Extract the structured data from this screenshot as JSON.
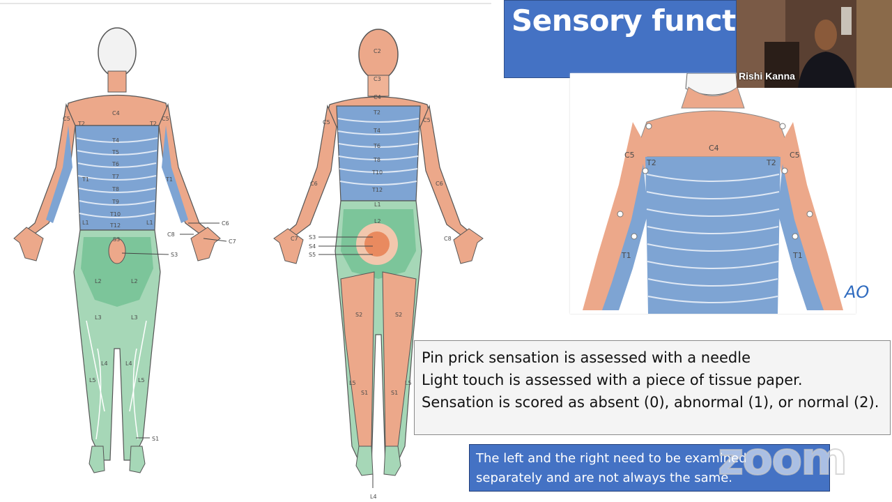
{
  "slide": {
    "title": "Sensory functio",
    "info_lines": [
      "Pin prick sensation is assessed with a needle",
      " Light touch is assessed with a piece of tissue paper.",
      "Sensation is scored as absent (0), abnormal (1), or normal (2)."
    ],
    "note_lines": [
      "The left and the right need to be examined",
      "separately and are not always the same."
    ],
    "inset_logo": "AO",
    "watermark": "zoom"
  },
  "video": {
    "participant_name": "Rishi Kanna"
  },
  "dermatome_labels": {
    "front": [
      "C4",
      "C5",
      "C5",
      "T2",
      "T2",
      "T4",
      "T5",
      "T6",
      "T7",
      "T8",
      "T9",
      "T10",
      "T12",
      "T1",
      "T1",
      "L1",
      "L1",
      "S3",
      "S3",
      "L2",
      "L2",
      "L3",
      "L3",
      "L4",
      "L4",
      "L5",
      "L5",
      "C6",
      "C7",
      "C8",
      "S1"
    ],
    "back": [
      "C2",
      "C3",
      "C4",
      "C5",
      "C5",
      "T2",
      "T4",
      "T6",
      "T8",
      "T10",
      "T12",
      "L1",
      "L2",
      "S3",
      "S4",
      "S5",
      "C6",
      "C6",
      "C7",
      "C8",
      "S2",
      "S2",
      "L5",
      "L5",
      "S1",
      "S1",
      "L4"
    ],
    "inset": [
      "C4",
      "C5",
      "C5",
      "T2",
      "T2",
      "T1",
      "T1"
    ]
  },
  "colors": {
    "cervical": "#e9a285",
    "thoracic": "#7ea4d3",
    "lumbar": "#9fd2b0",
    "sacral": "#eea686",
    "title_bg": "#4472c4"
  }
}
